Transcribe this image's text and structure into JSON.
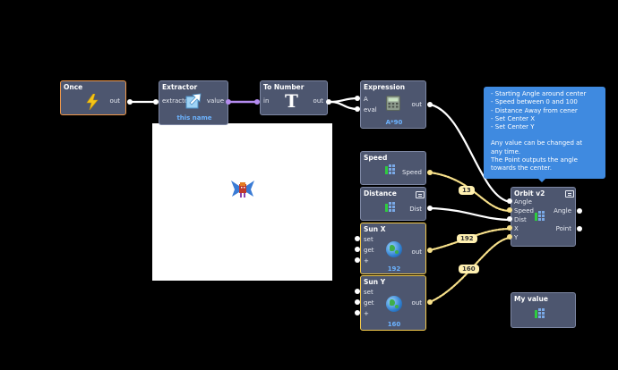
{
  "nodes": {
    "once": {
      "title": "Once",
      "out": "out"
    },
    "extractor": {
      "title": "Extractor",
      "in": "extractor",
      "out": "value",
      "value": "this name"
    },
    "to_number": {
      "title": "To Number",
      "in": "in",
      "out": "out",
      "icon": "T"
    },
    "expression": {
      "title": "Expression",
      "in_a": "A",
      "in_eval": "eval",
      "out": "out",
      "value": "A*90"
    },
    "speed": {
      "title": "Speed",
      "out": "Speed"
    },
    "distance": {
      "title": "Distance",
      "out": "Dist"
    },
    "sun_x": {
      "title": "Sun X",
      "set": "set",
      "get": "get",
      "plus": "+",
      "out": "out",
      "value": "192"
    },
    "sun_y": {
      "title": "Sun Y",
      "set": "set",
      "get": "get",
      "plus": "+",
      "out": "out",
      "value": "160"
    },
    "orbit": {
      "title": "Orbit v2",
      "in_angle": "Angle",
      "in_speed": "Speed",
      "in_dist": "Dist",
      "in_x": "X",
      "in_y": "Y",
      "out_angle": "Angle",
      "out_point": "Point"
    },
    "my_value": {
      "title": "My value"
    }
  },
  "wire_values": {
    "speed": "13",
    "sun_x": "192",
    "sun_y": "160"
  },
  "tooltip": {
    "lines": [
      "- Starting Angle around center",
      "- Speed between 0 and 100",
      "- Distance Away from cener",
      "- Set Center X",
      "- Set Center Y",
      "",
      "Any value can be changed at",
      "any time.",
      "The Point outputs the angle",
      "towards the center."
    ]
  },
  "colors": {
    "node_bg": "#4d566f",
    "selected_border": "#f2c94c",
    "once_border": "#f2994a",
    "value_text": "#6cb3ff",
    "tooltip_bg": "#3f8ae0",
    "wire": "#ffffff",
    "wire_value": "#f7e08a",
    "wire_link": "#b58cf0"
  },
  "icons": {
    "once": "lightning-icon",
    "extractor": "arrow-out-icon",
    "expression": "calculator-icon",
    "sun": "globe-icon",
    "number": "number-icon",
    "comment": "comment-icon"
  }
}
